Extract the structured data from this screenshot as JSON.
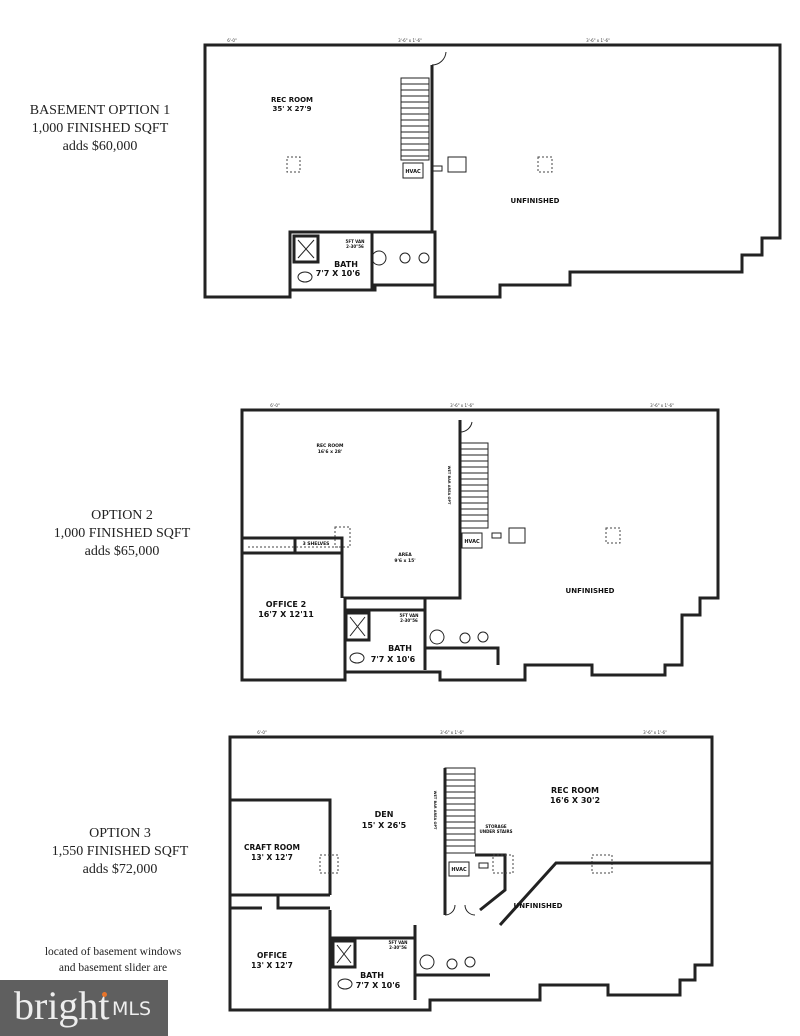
{
  "options": [
    {
      "title": "BASEMENT OPTION 1",
      "area": "1,000 FINISHED SQFT",
      "price": "adds $60,000"
    },
    {
      "title": "OPTION 2",
      "area": "1,000 FINISHED SQFT",
      "price": "adds $65,000"
    },
    {
      "title": "OPTION 3",
      "area": "1,550 FINISHED SQFT",
      "price": "adds $72,000"
    }
  ],
  "plan1": {
    "rec_room": "REC ROOM",
    "rec_room_dim": "35' X 27'9",
    "unfinished": "UNFINISHED",
    "hvac": "HVAC",
    "bath": "BATH",
    "bath_dim": "7'7 X 10'6",
    "vanity": "5FT VAN",
    "vanity_dim": "2-30\"56",
    "dim_a": "6'-0\"",
    "dim_b": "3'-6\" x 1'-6\"",
    "dim_c": "3'-6\" x 1'-6\""
  },
  "plan2": {
    "rec_room": "REC ROOM",
    "rec_room_dim": "16'6 x 28'",
    "area": "AREA",
    "area_dim": "9'6 x 15'",
    "shelves": "3 SHELVES",
    "office": "OFFICE 2",
    "office_dim": "16'7 X 12'11",
    "wet_bar": "WET BAR AREA OPT",
    "unfinished": "UNFINISHED",
    "hvac": "HVAC",
    "bath": "BATH",
    "bath_dim": "7'7 X 10'6",
    "vanity": "5FT VAN",
    "vanity_dim": "2-30\"56",
    "dim_a": "6'-0\"",
    "dim_b": "3'-6\" x 1'-6\"",
    "dim_c": "3'-6\" x 1'-6\""
  },
  "plan3": {
    "den": "DEN",
    "den_dim": "15' X 26'5",
    "rec_room": "REC ROOM",
    "rec_room_dim": "16'6 X 30'2",
    "craft": "CRAFT ROOM",
    "craft_dim": "13' X 12'7",
    "office": "OFFICE",
    "office_dim": "13' X 12'7",
    "storage": "STORAGE",
    "storage2": "UNDER STAIRS",
    "wet_bar": "WET BAR AREA OPT",
    "unfinished": "UNFINISHED",
    "hvac": "HVAC",
    "bath": "BATH",
    "bath_dim": "7'7 X 10'6",
    "vanity": "5FT VAN",
    "vanity_dim": "2-30\"56",
    "dim_a": "6'-0\"",
    "dim_b": "3'-6\" x 1'-6\"",
    "dim_c": "3'-6\" x 1'-6\""
  },
  "note": {
    "line1": "located of basement windows",
    "line2": "and basement slider are"
  },
  "logo": {
    "brand": "bright",
    "suffix": "MLS",
    "accent": "#e8742a"
  }
}
